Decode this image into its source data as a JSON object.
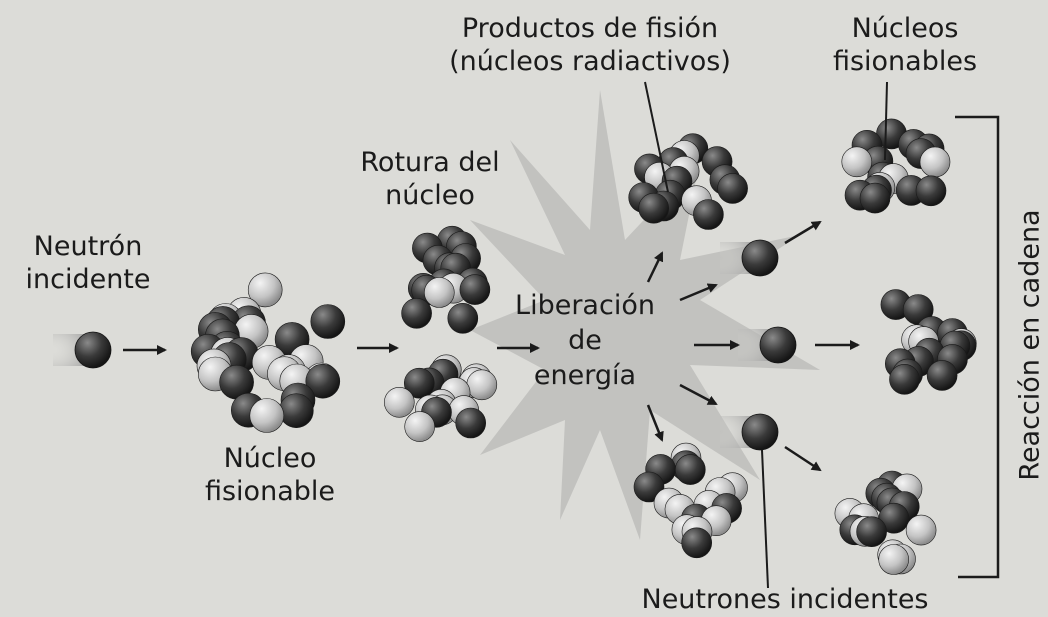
{
  "labels": {
    "incident_neutron": [
      "Neutrón",
      "incidente"
    ],
    "fissile_nucleus": [
      "Núcleo",
      "fisionable"
    ],
    "nucleus_split": [
      "Rotura del",
      "núcleo"
    ],
    "fission_products": [
      "Productos de fisión",
      "(núcleos radiactivos)"
    ],
    "fissile_nuclei": [
      "Núcleos",
      "fisionables"
    ],
    "energy_release": [
      "Liberación",
      "de",
      "energía"
    ],
    "incident_neutrons": "Neutrones incidentes",
    "chain_reaction": "Reacción en cadena"
  },
  "colors": {
    "background": "#dcdcd8",
    "nucleon_dark": "#2e2e2e",
    "nucleon_light": "#c8c8c8",
    "burst": "#bdbdbb",
    "line": "#1b1b1b"
  }
}
